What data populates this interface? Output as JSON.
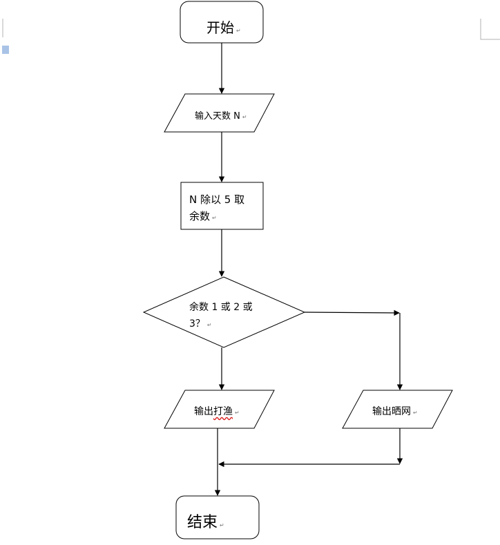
{
  "diagram": {
    "nodes": {
      "start": {
        "text": "开始"
      },
      "input": {
        "text": "输入天数 N"
      },
      "process": {
        "line1": "N 除以 5 取",
        "line2": "余数"
      },
      "decision": {
        "line1": "余数 1 或 2 或",
        "line2": "3？"
      },
      "output_left": {
        "prefix": "输出",
        "word": "打渔"
      },
      "output_right": {
        "text": "输出晒网"
      },
      "end": {
        "text": "结束"
      }
    },
    "paragraph_mark": "↵"
  }
}
